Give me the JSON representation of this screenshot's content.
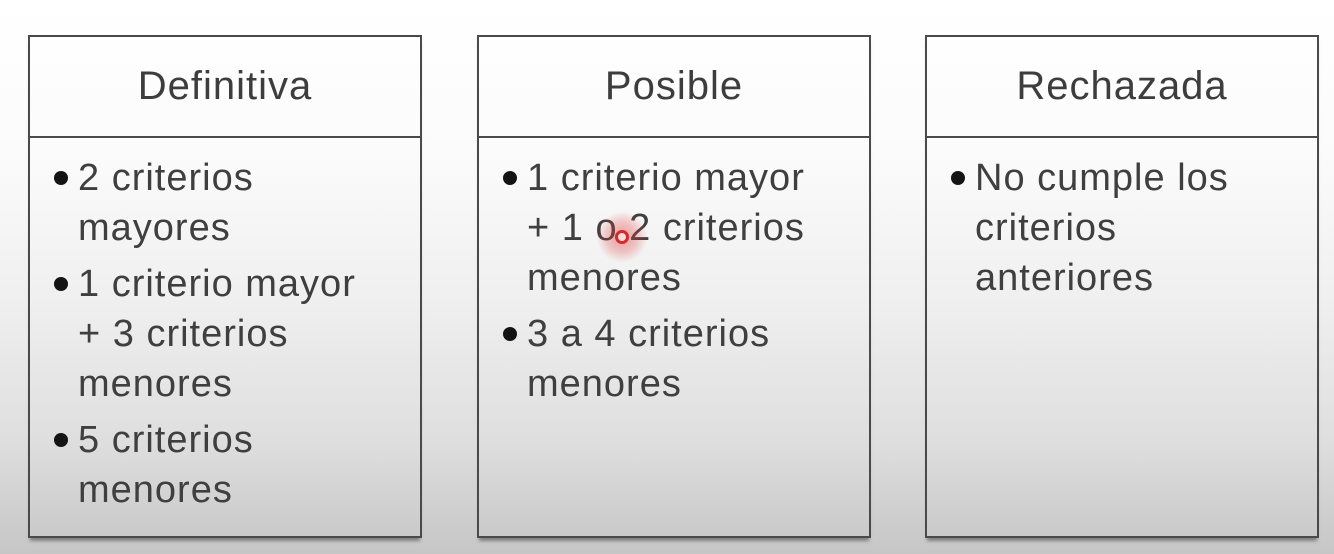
{
  "slide": {
    "description": "Classification slide with three criteria boxes"
  },
  "cards": [
    {
      "title": "Definitiva",
      "items": [
        "2 criterios\nmayores",
        "1 criterio mayor\n+ 3 criterios\nmenores",
        "5 criterios\nmenores"
      ]
    },
    {
      "title": "Posible",
      "items": [
        "1 criterio mayor\n+ 1 o 2 criterios\nmenores",
        "3 a 4 criterios\nmenores"
      ]
    },
    {
      "title": "Rechazada",
      "items": [
        "No cumple los\ncriterios\nanteriores"
      ]
    }
  ],
  "laser_pointer": {
    "description": "red laser pointer dot highlighting the word 'o' in '+ 1 o 2 criterios'"
  },
  "colors": {
    "card_border": "#4a4a4a",
    "title_text": "#3d3d3d",
    "body_text": "#3f3f3f",
    "bullet": "#141414",
    "laser": "#d42a2a",
    "bg_top": "#ffffff",
    "bg_bottom": "#c6c6c6"
  }
}
